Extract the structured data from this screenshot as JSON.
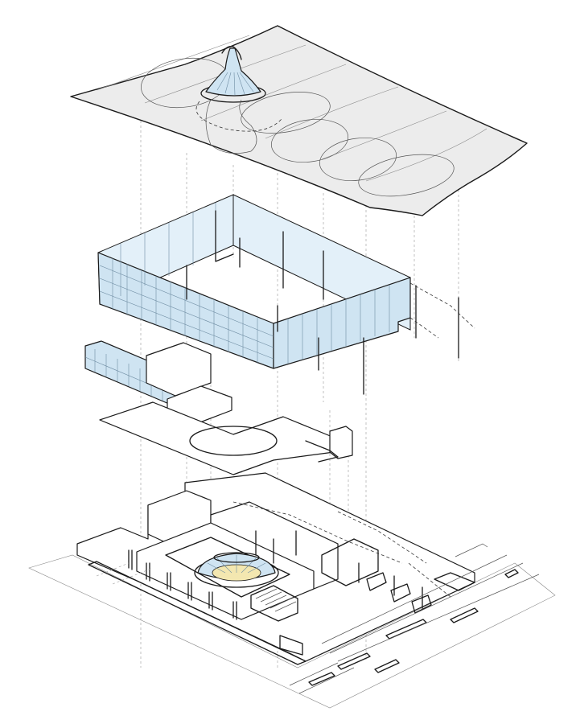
{
  "diagram": {
    "kind": "exploded-axonometric",
    "colors": {
      "line": "#1a1a1a",
      "roof_fill": "#ececec",
      "glass_fill": "#cfe4f2",
      "glass_light": "#e3f0f9",
      "dome_core": "#f3e7b0",
      "guide": "#9a9a9a"
    },
    "layers": [
      {
        "id": "roof",
        "icon": "roof-canopy"
      },
      {
        "id": "glass-enclosure",
        "icon": "curtain-wall"
      },
      {
        "id": "mezzanine-slab",
        "icon": "floor-slab"
      },
      {
        "id": "ground-floor",
        "icon": "floor-plan"
      }
    ]
  }
}
